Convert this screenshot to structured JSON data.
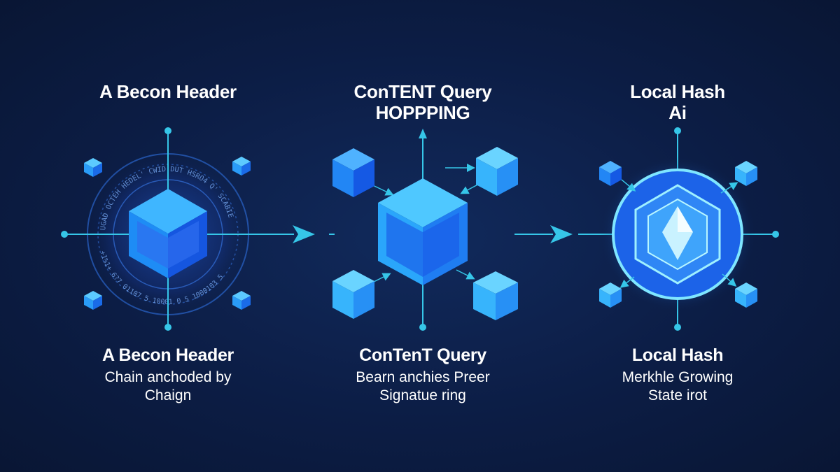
{
  "panels": [
    {
      "title_lines": [
        "A Becon Header"
      ],
      "heading": "A Becon Header",
      "caption_lines": [
        "Chain anchoded by",
        "Chaign"
      ],
      "ring_text_top": "UGAD OCTEH HEDEL' CWID DUT HSRO4 Q' SCABIE",
      "ring_text_bottom": "+1%1+ 6?7 01107 5 10001 0 5 1000103 5"
    },
    {
      "title_lines": [
        "ConTENT Query",
        "HOPPPING"
      ],
      "heading": "ConTenT Query",
      "caption_lines": [
        "Bearn anchies Preer",
        "Signatue ring"
      ]
    },
    {
      "title_lines": [
        "Local Hash",
        "Ai"
      ],
      "heading": "Local Hash",
      "caption_lines": [
        "Merkhle Growing",
        "State irot"
      ]
    }
  ],
  "colors": {
    "background": "#0b1a3e",
    "cube_light": "#3fb6ff",
    "cube_mid": "#1e8cf5",
    "cube_dark": "#1556e0",
    "line": "#36c6e8",
    "glow": "#6fe0ff"
  }
}
